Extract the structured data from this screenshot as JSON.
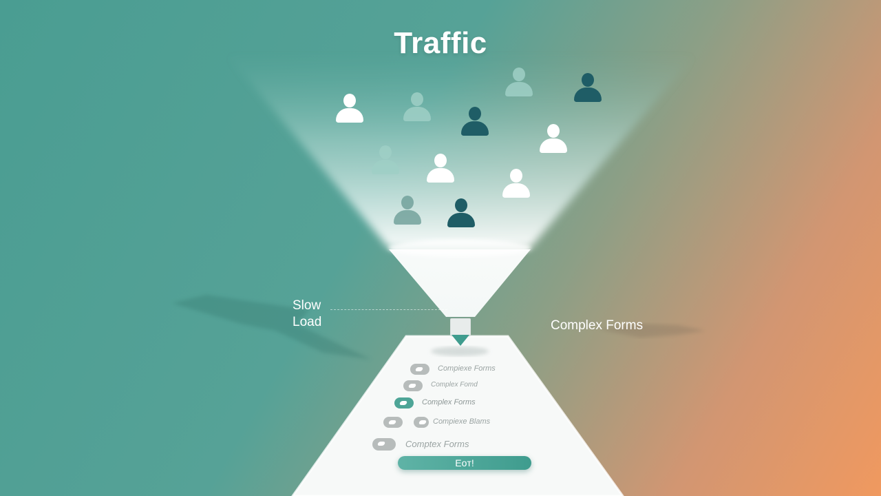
{
  "title": "Traffic",
  "labels": {
    "slow_load_line1": "Slow",
    "slow_load_line2": "Load",
    "complex_forms": "Complex Forms"
  },
  "form_rows": [
    {
      "text": "Compiexe Forms",
      "toggle": "off"
    },
    {
      "text": "Complex Fomd",
      "toggle": "off"
    },
    {
      "text": "Complex Forms",
      "toggle": "on"
    },
    {
      "text": "Compiexe Blams",
      "toggle": "off"
    },
    {
      "text": "Comptex Forms",
      "toggle": "off"
    }
  ],
  "cta_label": "Eoт!",
  "colors": {
    "teal": "#4a9d92",
    "orange": "#f0995f",
    "dark_user": "#1f5d66",
    "accent": "#4ea597"
  }
}
